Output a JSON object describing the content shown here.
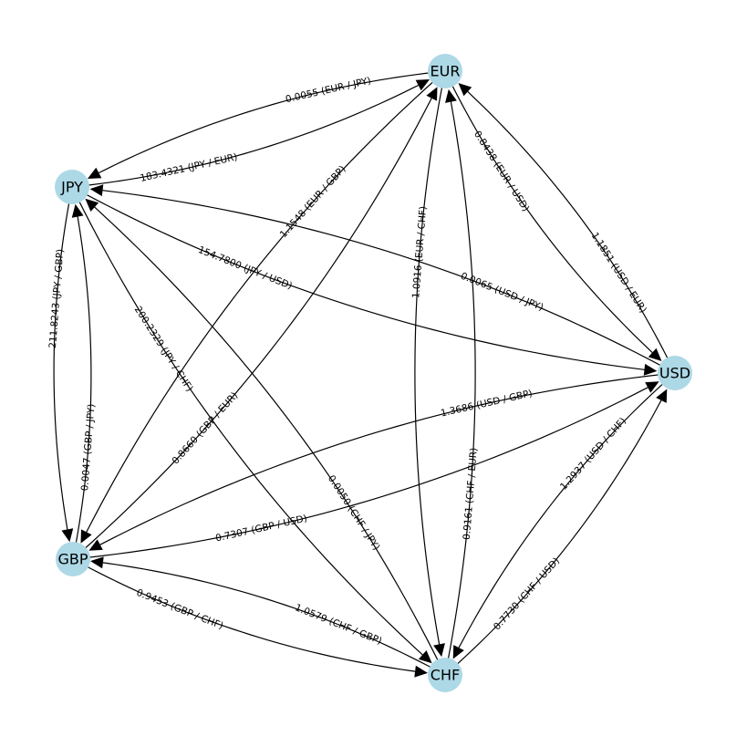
{
  "graph": {
    "node_color": "#add8e6",
    "edge_color": "#000000",
    "nodes": [
      {
        "id": "EUR",
        "label": "EUR"
      },
      {
        "id": "JPY",
        "label": "JPY"
      },
      {
        "id": "USD",
        "label": "USD"
      },
      {
        "id": "GBP",
        "label": "GBP"
      },
      {
        "id": "CHF",
        "label": "CHF"
      }
    ],
    "edges": [
      {
        "source": "EUR",
        "target": "JPY",
        "label": "0.0055 (EUR / JPY)"
      },
      {
        "source": "JPY",
        "target": "EUR",
        "label": "183.4321 (JPY / EUR)"
      },
      {
        "source": "EUR",
        "target": "USD",
        "label": "0.8438 (EUR / USD)"
      },
      {
        "source": "USD",
        "target": "EUR",
        "label": "1.1851 (USD / EUR)"
      },
      {
        "source": "EUR",
        "target": "GBP",
        "label": "1.1548 (EUR / GBP)"
      },
      {
        "source": "GBP",
        "target": "EUR",
        "label": "0.8660 (GBP / EUR)"
      },
      {
        "source": "EUR",
        "target": "CHF",
        "label": "1.0916 (EUR / CHF)"
      },
      {
        "source": "CHF",
        "target": "EUR",
        "label": "0.9161 (CHF / EUR)"
      },
      {
        "source": "JPY",
        "target": "USD",
        "label": "154.7800 (JPY / USD)"
      },
      {
        "source": "USD",
        "target": "JPY",
        "label": "0.0065 (USD / JPY)"
      },
      {
        "source": "JPY",
        "target": "GBP",
        "label": "211.8243 (JPY / GBP)"
      },
      {
        "source": "GBP",
        "target": "JPY",
        "label": "0.0047 (GBP / JPY)"
      },
      {
        "source": "JPY",
        "target": "CHF",
        "label": "200.2329 (JPY / CHF)"
      },
      {
        "source": "CHF",
        "target": "JPY",
        "label": "0.0050 (CHF / JPY)"
      },
      {
        "source": "USD",
        "target": "GBP",
        "label": "1.3686 (USD / GBP)"
      },
      {
        "source": "GBP",
        "target": "USD",
        "label": "0.7307 (GBP / USD)"
      },
      {
        "source": "USD",
        "target": "CHF",
        "label": "1.2937 (USD / CHF)"
      },
      {
        "source": "CHF",
        "target": "USD",
        "label": "0.7730 (CHF / USD)"
      },
      {
        "source": "GBP",
        "target": "CHF",
        "label": "0.9453 (GBP / CHF)"
      },
      {
        "source": "CHF",
        "target": "GBP",
        "label": "1.0579 (CHF / GBP)"
      }
    ]
  }
}
